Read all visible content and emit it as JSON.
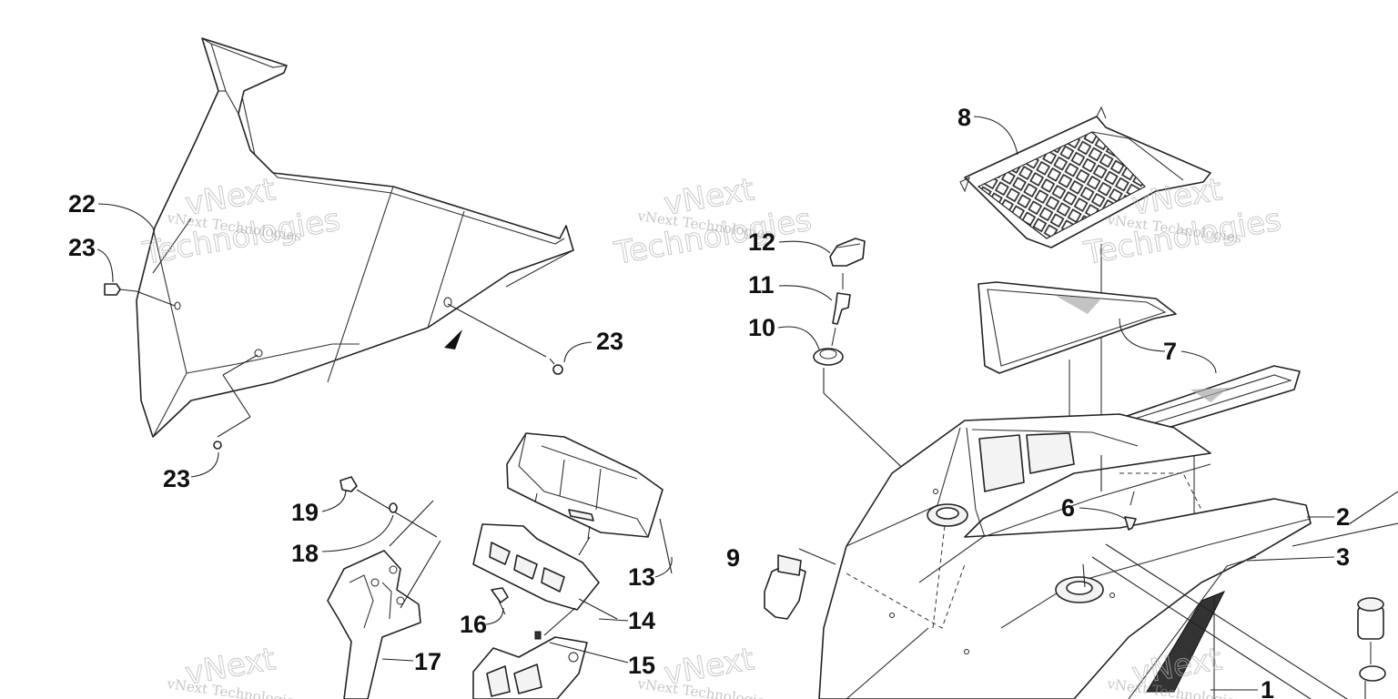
{
  "callouts": [
    {
      "id": "c22",
      "text": "22"
    },
    {
      "id": "c23a",
      "text": "23"
    },
    {
      "id": "c23b",
      "text": "23"
    },
    {
      "id": "c23c",
      "text": "23"
    },
    {
      "id": "c8",
      "text": "8"
    },
    {
      "id": "c12",
      "text": "12"
    },
    {
      "id": "c11",
      "text": "11"
    },
    {
      "id": "c10",
      "text": "10"
    },
    {
      "id": "c7",
      "text": "7"
    },
    {
      "id": "c6",
      "text": "6"
    },
    {
      "id": "c2",
      "text": "2"
    },
    {
      "id": "c3",
      "text": "3"
    },
    {
      "id": "c9",
      "text": "9"
    },
    {
      "id": "c1",
      "text": "1"
    },
    {
      "id": "c19",
      "text": "19"
    },
    {
      "id": "c18",
      "text": "18"
    },
    {
      "id": "c13",
      "text": "13"
    },
    {
      "id": "c14",
      "text": "14"
    },
    {
      "id": "c16",
      "text": "16"
    },
    {
      "id": "c15",
      "text": "15"
    },
    {
      "id": "c17",
      "text": "17"
    }
  ],
  "watermark": {
    "small": "vNext Technologies",
    "big_top": "vNext",
    "big_bottom": "Technologies"
  }
}
